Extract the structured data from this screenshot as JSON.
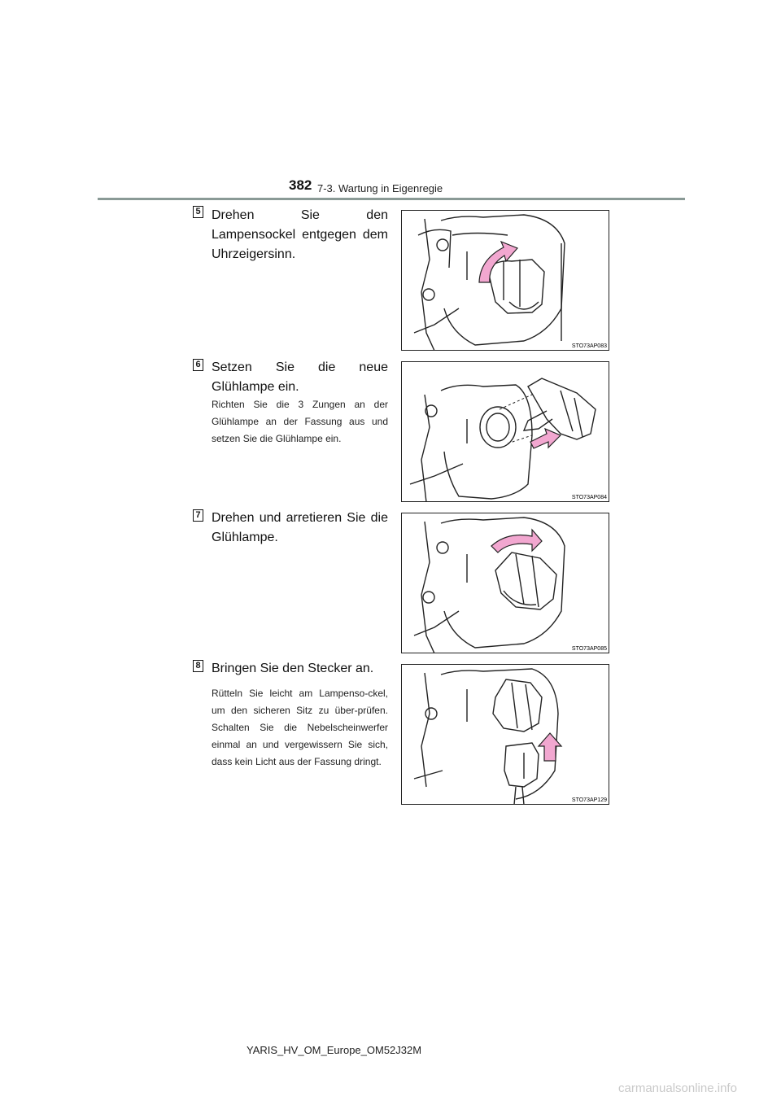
{
  "header": {
    "page_number": "382",
    "section": "7-3. Wartung in Eigenregie"
  },
  "steps": [
    {
      "badge": "5",
      "title": "Drehen Sie den Lampensockel entgegen dem Uhrzeigersinn.",
      "note": "",
      "figure_code": "STO73AP083"
    },
    {
      "badge": "6",
      "title": "Setzen Sie die neue Glühlampe ein.",
      "note": "Richten Sie die 3 Zungen an der Glühlampe an der Fassung aus und setzen Sie die Glühlampe ein.",
      "figure_code": "STO73AP084"
    },
    {
      "badge": "7",
      "title": "Drehen und arretieren Sie die Glühlampe.",
      "note": "",
      "figure_code": "STO73AP085"
    },
    {
      "badge": "8",
      "title": "Bringen Sie den Stecker an.",
      "note": "Rütteln Sie leicht am Lampenso-ckel, um den sicheren Sitz zu über-prüfen. Schalten Sie die Nebelscheinwerfer einmal an und vergewissern Sie sich, dass kein Licht aus der Fassung dringt.",
      "figure_code": "STO73AP129"
    }
  ],
  "footer": {
    "document_code": "YARIS_HV_OM_Europe_OM52J32M",
    "watermark": "carmanualsonline.info"
  },
  "colors": {
    "header_rule": "#8a9a96",
    "arrow_fill": "#f2a7d0",
    "arrow_stroke": "#222222"
  }
}
